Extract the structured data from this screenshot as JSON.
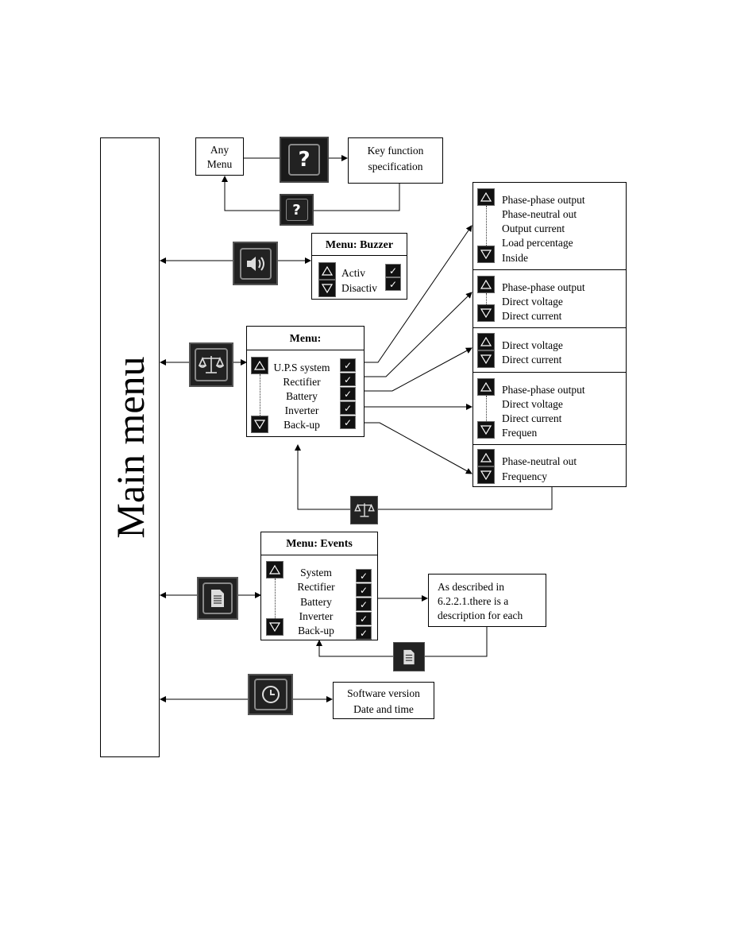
{
  "main_menu": {
    "title": "Main menu"
  },
  "help": {
    "any_menu": [
      "Any",
      "Menu"
    ],
    "key_spec": [
      "Key function",
      "specification"
    ],
    "icon": "question-mark-icon"
  },
  "buzzer": {
    "title": "Menu: Buzzer",
    "items": [
      "Activ",
      "Disactiv"
    ],
    "icon": "speaker-icon"
  },
  "measure": {
    "title": "Menu:",
    "items": [
      "U.P.S system",
      "Rectifier",
      "Battery",
      "Inverter",
      "Back-up"
    ],
    "icon": "balance-scale-icon"
  },
  "measure_panels": [
    {
      "lines": [
        "Phase-phase output",
        "Phase-neutral out",
        "Output current",
        "Load percentage",
        "Inside"
      ]
    },
    {
      "lines": [
        "Phase-phase output",
        "Direct voltage",
        "Direct current"
      ]
    },
    {
      "lines": [
        "Direct voltage",
        "Direct current"
      ]
    },
    {
      "lines": [
        "Phase-phase output",
        "Direct voltage",
        "Direct current",
        "Frequen"
      ]
    },
    {
      "lines": [
        "Phase-neutral out",
        "Frequency"
      ]
    }
  ],
  "events": {
    "title": "Menu: Events",
    "items": [
      "System",
      "Rectifier",
      "Battery",
      "Inverter",
      "Back-up"
    ],
    "icon": "document-icon",
    "description": [
      "As described in",
      "6.2.2.1.there is a",
      "description for each"
    ]
  },
  "clock": {
    "icon": "clock-icon",
    "lines": [
      "Software version",
      "Date and time"
    ]
  }
}
